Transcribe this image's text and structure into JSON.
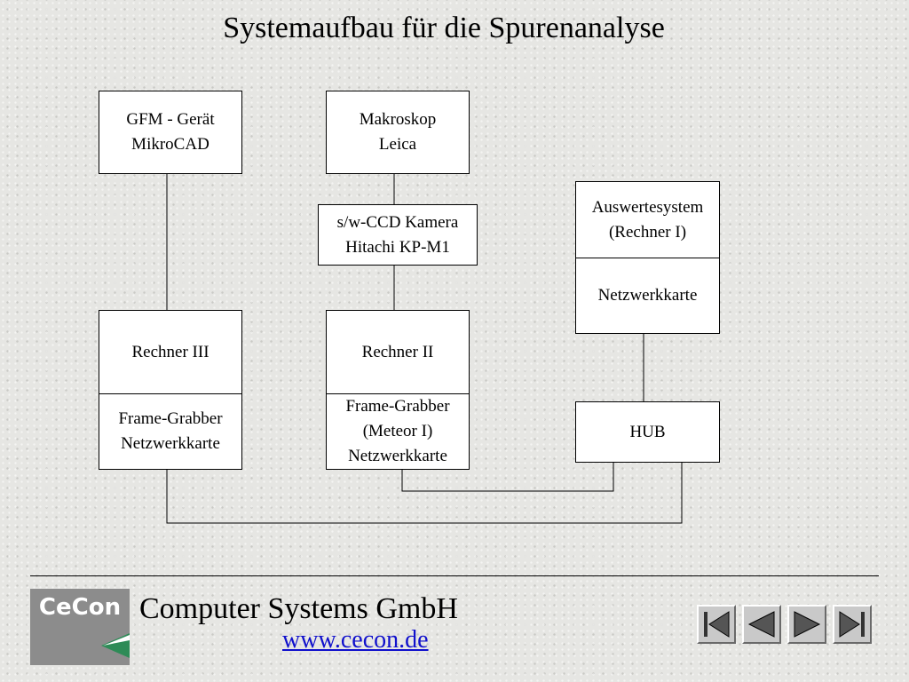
{
  "title": "Systemaufbau für die Spurenanalyse",
  "nodes": {
    "gfm": {
      "line1": "GFM - Gerät",
      "line2": "MikroCAD"
    },
    "makroskop": {
      "line1": "Makroskop",
      "line2": "Leica"
    },
    "kamera": {
      "line1": "s/w-CCD Kamera",
      "line2": "Hitachi KP-M1"
    },
    "auswertesystem": {
      "line1": "Auswertesystem",
      "line2": "(Rechner I)",
      "lower": "Netzwerkkarte"
    },
    "rechner3": {
      "upper": "Rechner III",
      "lower1": "Frame-Grabber",
      "lower2": "Netzwerkkarte"
    },
    "rechner2": {
      "upper": "Rechner II",
      "lower1": "Frame-Grabber",
      "lower2": "(Meteor I)",
      "lower3": "Netzwerkkarte"
    },
    "hub": {
      "label": "HUB"
    }
  },
  "footer": {
    "logo_text": "CeCon",
    "company": "Computer Systems GmbH",
    "url": "www.cecon.de"
  },
  "nav": {
    "icons": [
      "first-slide-icon",
      "previous-slide-icon",
      "next-slide-icon",
      "last-slide-icon"
    ]
  },
  "colors": {
    "background": "#e6e6e3",
    "logo_bg": "#8c8c8c",
    "logo_accent": "#2e8b57",
    "link": "#1010cc"
  }
}
